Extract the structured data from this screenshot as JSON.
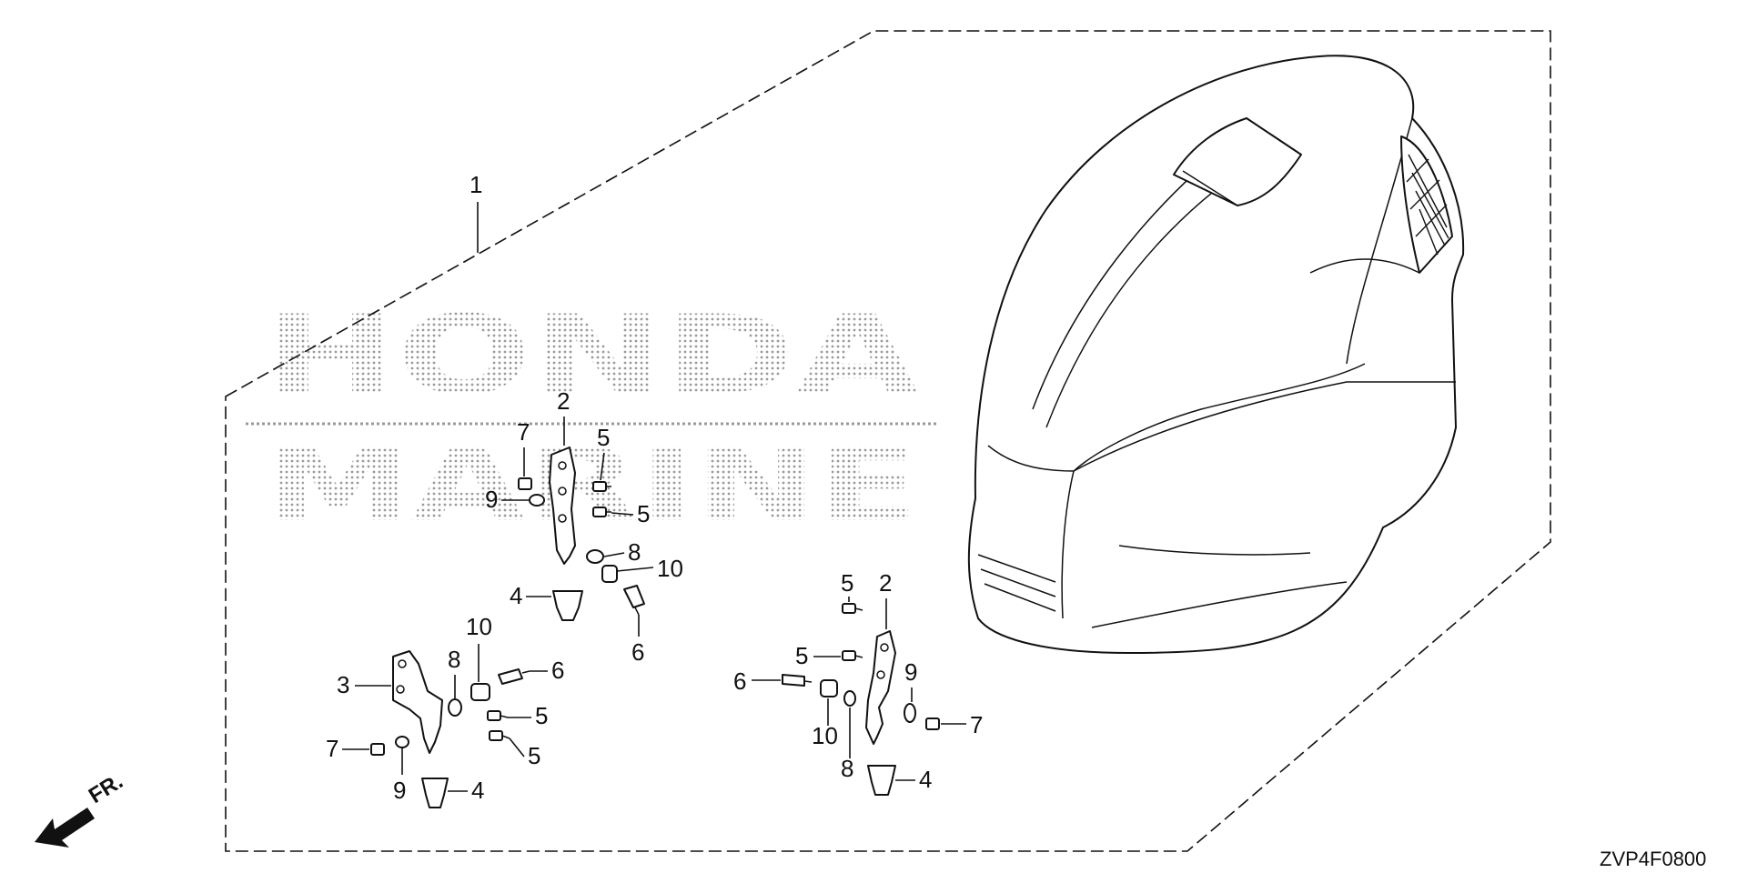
{
  "watermark": {
    "line1": "HONDA",
    "line2": "MARINE"
  },
  "drawing_code": "ZVP4F0800",
  "direction_label": "FR.",
  "callouts": [
    {
      "id": "c1",
      "label": "1"
    },
    {
      "id": "c2a",
      "label": "2"
    },
    {
      "id": "c5a",
      "label": "5"
    },
    {
      "id": "c7a",
      "label": "7"
    },
    {
      "id": "c9a",
      "label": "9"
    },
    {
      "id": "c5b",
      "label": "5"
    },
    {
      "id": "c8a",
      "label": "8"
    },
    {
      "id": "c10a",
      "label": "10"
    },
    {
      "id": "c4a",
      "label": "4"
    },
    {
      "id": "c6a",
      "label": "6"
    },
    {
      "id": "c10b",
      "label": "10"
    },
    {
      "id": "c8b",
      "label": "8"
    },
    {
      "id": "c6b",
      "label": "6"
    },
    {
      "id": "c3",
      "label": "3"
    },
    {
      "id": "c5c",
      "label": "5"
    },
    {
      "id": "c5d",
      "label": "5"
    },
    {
      "id": "c7b",
      "label": "7"
    },
    {
      "id": "c9b",
      "label": "9"
    },
    {
      "id": "c4b",
      "label": "4"
    },
    {
      "id": "c5e",
      "label": "5"
    },
    {
      "id": "c2b",
      "label": "2"
    },
    {
      "id": "c5f",
      "label": "5"
    },
    {
      "id": "c6c",
      "label": "6"
    },
    {
      "id": "c9c",
      "label": "9"
    },
    {
      "id": "c7c",
      "label": "7"
    },
    {
      "id": "c10c",
      "label": "10"
    },
    {
      "id": "c8c",
      "label": "8"
    },
    {
      "id": "c4c",
      "label": "4"
    }
  ]
}
